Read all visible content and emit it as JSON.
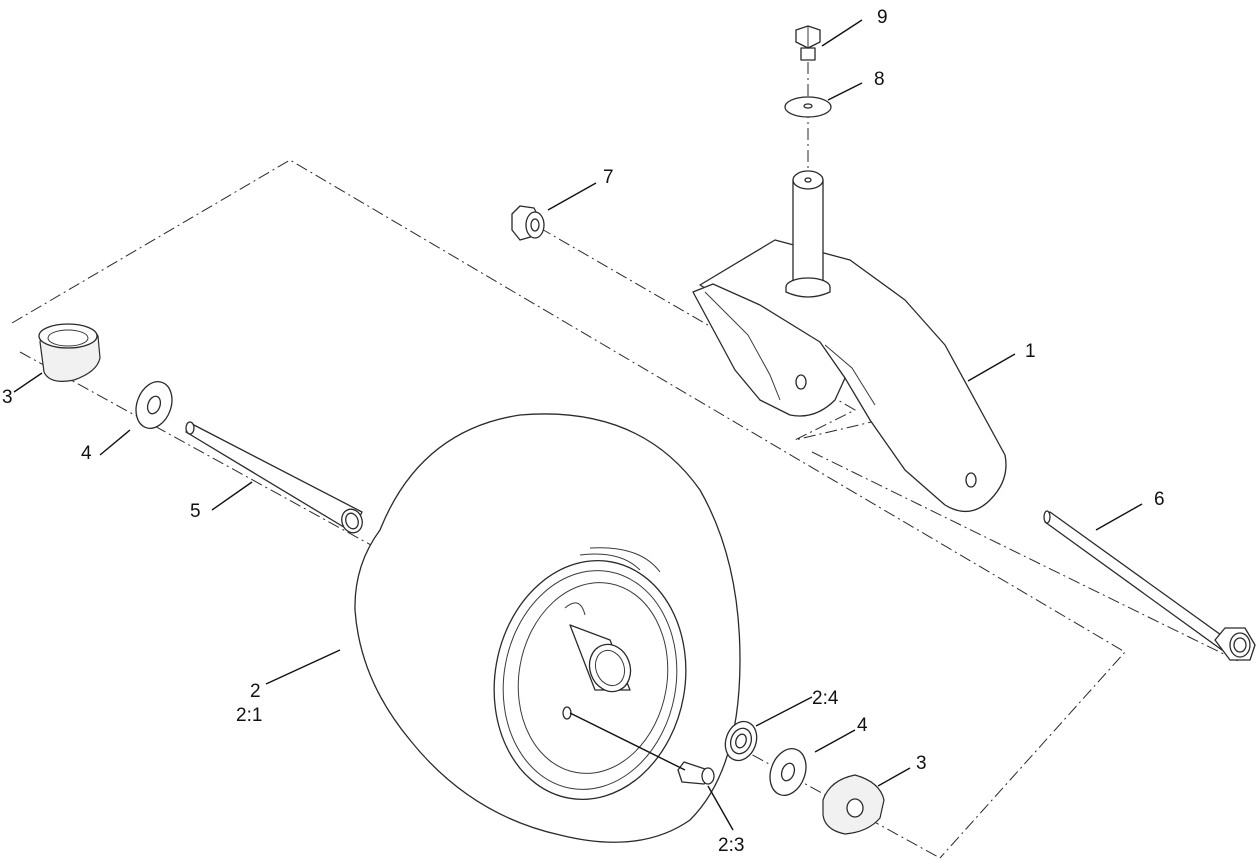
{
  "callouts": {
    "c1": "1",
    "c2": "2",
    "c2_1": "2:1",
    "c2_3": "2:3",
    "c2_4": "2:4",
    "c3_left": "3",
    "c3_right": "3",
    "c4_left": "4",
    "c4_right": "4",
    "c5": "5",
    "c6": "6",
    "c7": "7",
    "c8": "8",
    "c9": "9"
  }
}
